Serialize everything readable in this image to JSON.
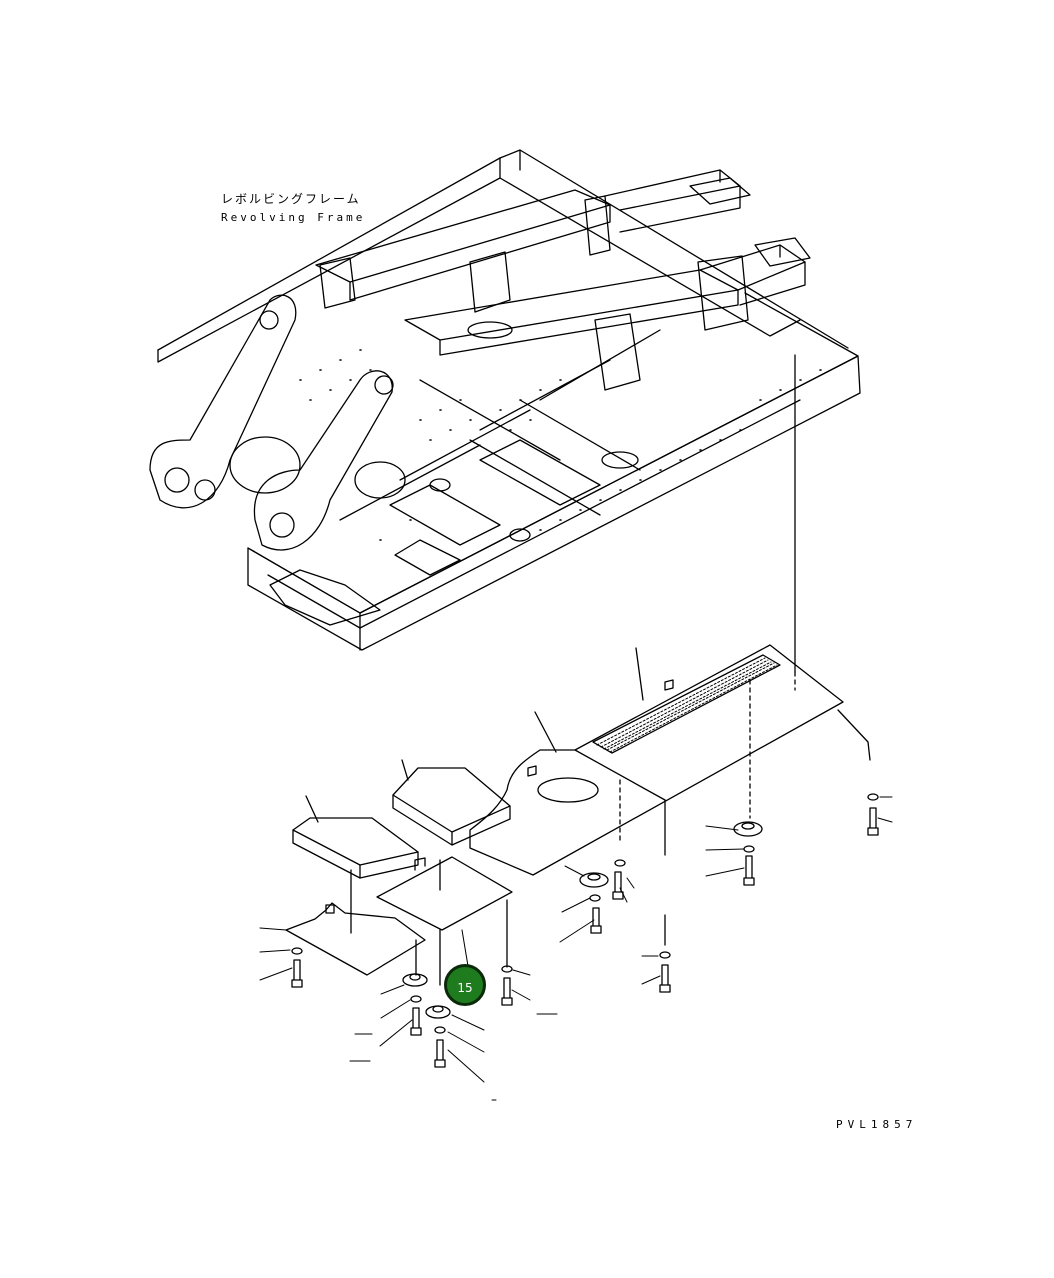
{
  "diagram": {
    "title_jp": "レボルビングフレーム",
    "title_en": "Revolving Frame",
    "drawing_number": "PVL1857",
    "callout_number": "15",
    "colors": {
      "line": "#000000",
      "callout_fill": "#1e7b1e",
      "callout_border": "#0a2a0a",
      "callout_text": "#ffffff"
    }
  }
}
